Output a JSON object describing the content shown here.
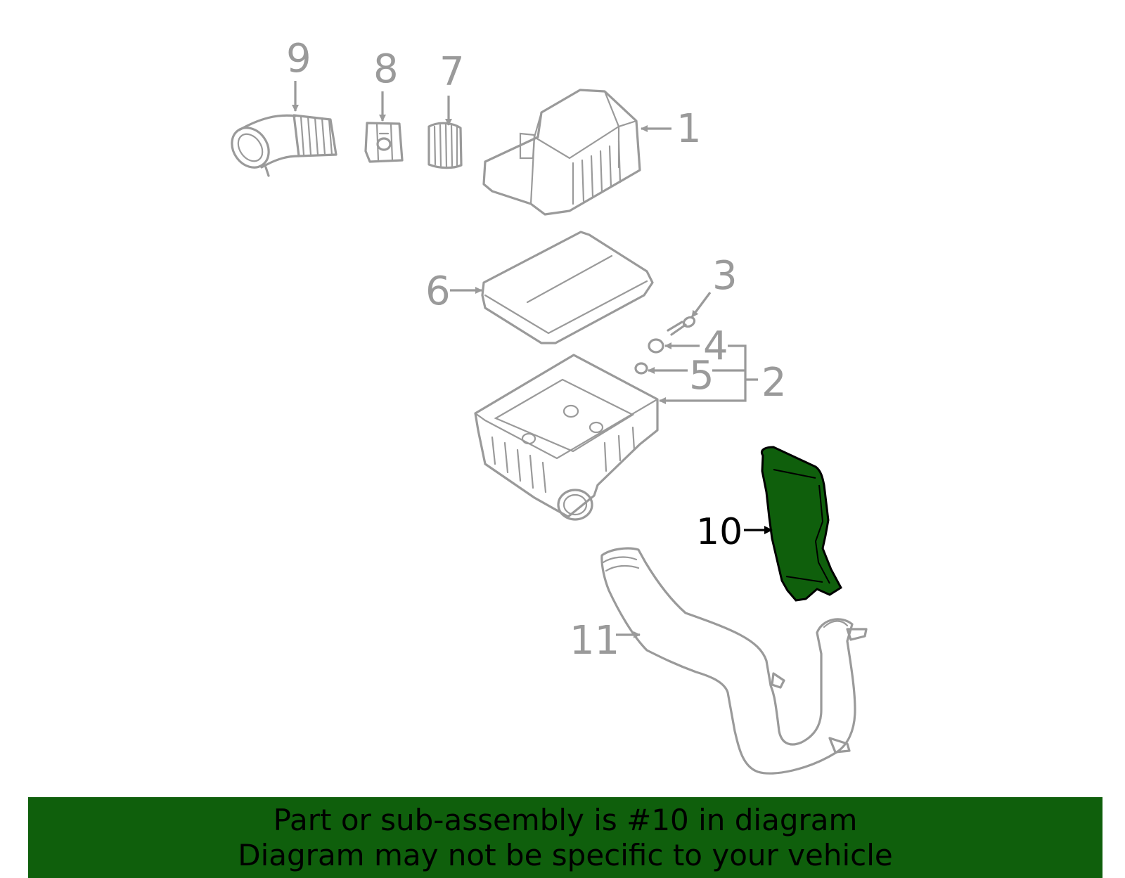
{
  "callouts": {
    "c1": "1",
    "c2": "2",
    "c3": "3",
    "c4": "4",
    "c5": "5",
    "c6": "6",
    "c7": "7",
    "c8": "8",
    "c9": "9",
    "c10": "10",
    "c11": "11"
  },
  "banner": {
    "line1": "Part or sub-assembly is #10 in diagram",
    "line2": "Diagram may not be specific to your vehicle"
  },
  "colors": {
    "highlight": "#0f5f0c",
    "part_stroke": "#9a9a9a",
    "highlight_label": "#000000"
  }
}
